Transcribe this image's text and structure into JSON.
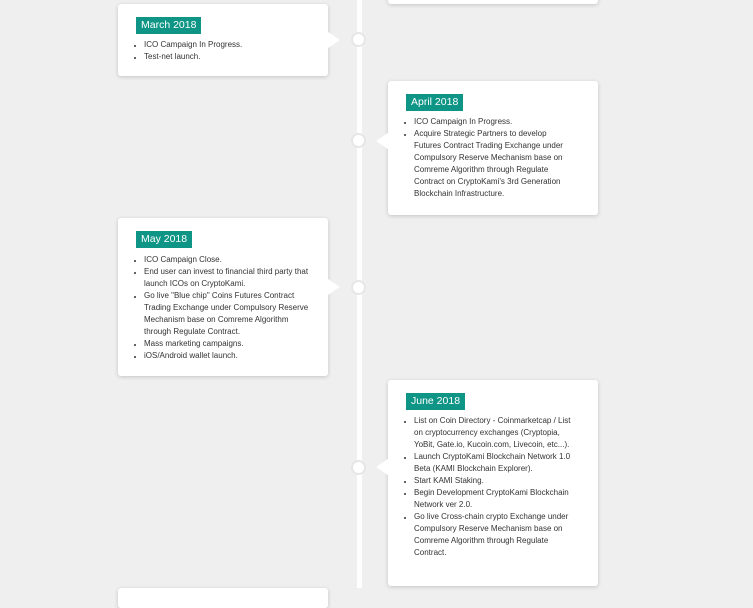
{
  "timeline": {
    "march": {
      "date": "March 2018",
      "items": [
        "ICO Campaign In Progress.",
        "Test-net launch."
      ]
    },
    "april": {
      "date": "April 2018",
      "items": [
        "ICO Campaign In Progress.",
        "Acquire Strategic Partners to develop Futures Contract Trading Exchange under Compulsory Reserve Mechanism base on Comreme Algorithm through Regulate Contract on CryptoKami's 3rd Generation Blockchain Infrastructure."
      ]
    },
    "may": {
      "date": "May 2018",
      "items": [
        "ICO Campaign Close.",
        "End user can invest to financial third party that launch ICOs on CryptoKami.",
        "Go live \"Blue chip\" Coins Futures Contract Trading Exchange under Compulsory Reserve Mechanism base on Comreme Algorithm through Regulate Contract.",
        "Mass marketing campaigns.",
        "iOS/Android wallet launch."
      ]
    },
    "june": {
      "date": "June 2018",
      "items": [
        "List on Coin Directory - Coinmarketcap / List on cryptocurrency exchanges (Cryptopia, YoBit, Gate.io, Kucoin.com, Livecoin, etc...).",
        "Launch CryptoKami Blockchain Network 1.0 Beta (KAMI Blockchain Explorer).",
        "Start KAMI Staking.",
        "Begin Development CryptoKami Blockchain Network ver 2.0.",
        "Go live Cross-chain crypto Exchange under Compulsory Reserve Mechanism base on Comreme Algorithm through Regulate Contract."
      ]
    }
  }
}
